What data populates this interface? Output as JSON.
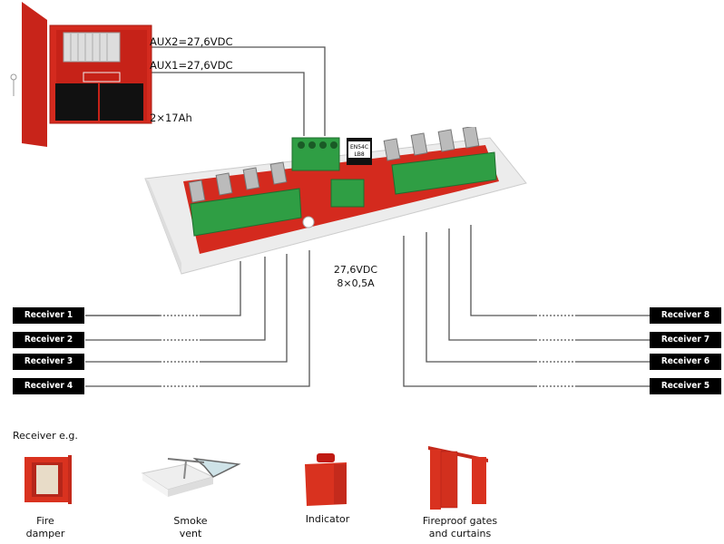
{
  "power_supply": {
    "aux2_label": "AUX2=27,6VDC",
    "aux1_label": "AUX1=27,6VDC",
    "battery_label": "2×17Ah"
  },
  "module": {
    "chip_label_1": "EN54C",
    "chip_label_2": "LB8",
    "output_voltage": "27,6VDC",
    "output_current": "8×0,5A"
  },
  "receivers": [
    {
      "label": "Receiver 1"
    },
    {
      "label": "Receiver 2"
    },
    {
      "label": "Receiver 3"
    },
    {
      "label": "Receiver 4"
    },
    {
      "label": "Receiver 5"
    },
    {
      "label": "Receiver 6"
    },
    {
      "label": "Receiver 7"
    },
    {
      "label": "Receiver 8"
    }
  ],
  "examples": {
    "heading": "Receiver e.g.",
    "items": [
      {
        "line1": "Fire",
        "line2": "damper"
      },
      {
        "line1": "Smoke",
        "line2": "vent"
      },
      {
        "line1": "Indicator",
        "line2": ""
      },
      {
        "line1": "Fireproof gates",
        "line2": "and curtains"
      }
    ]
  },
  "colors": {
    "enclosure_red": "#d42a1e",
    "terminal_green": "#2f9e44",
    "wire": "#555555",
    "receiver_box": "#000000"
  }
}
